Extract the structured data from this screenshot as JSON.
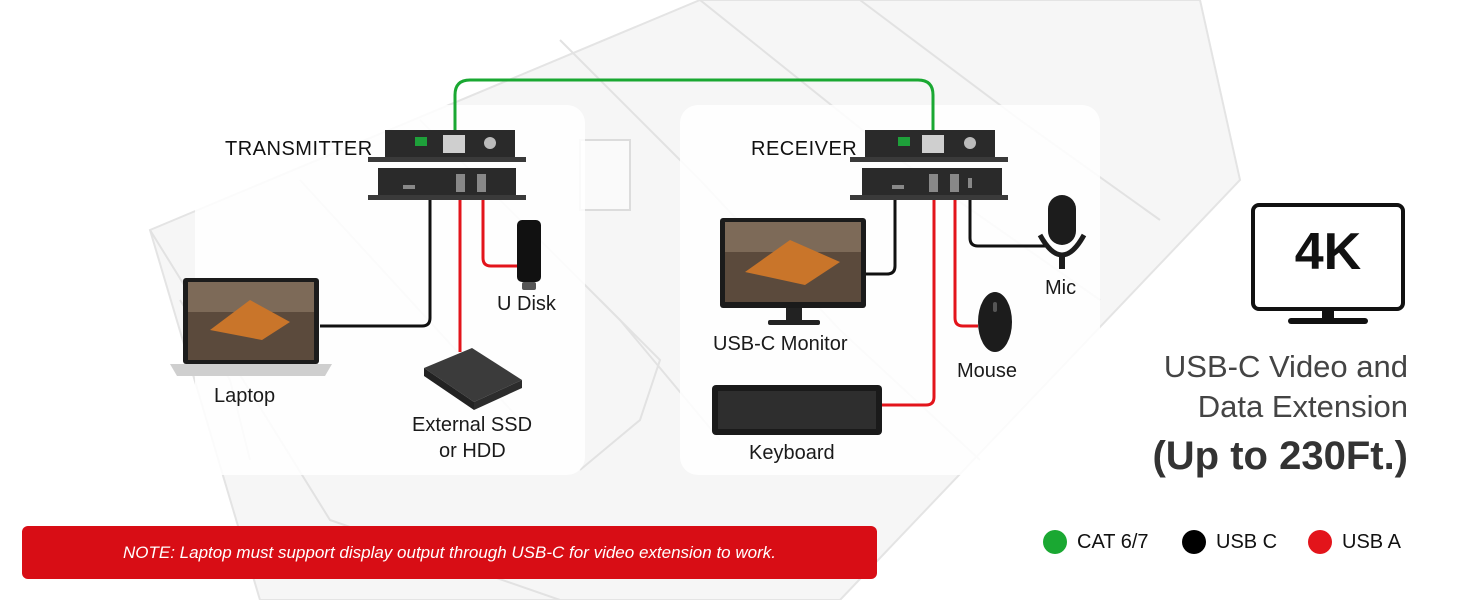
{
  "devices": {
    "transmitter": "TRANSMITTER",
    "receiver": "RECEIVER"
  },
  "labels": {
    "laptop": "Laptop",
    "udisk": "U Disk",
    "ssd_line1": "External SSD",
    "ssd_line2": "or HDD",
    "monitor": "USB-C Monitor",
    "keyboard": "Keyboard",
    "mouse": "Mouse",
    "mic": "Mic"
  },
  "headline": {
    "badge": "4K",
    "line1": "USB-C Video and",
    "line2": "Data Extension",
    "line3": "(Up to 230Ft.)"
  },
  "legend": [
    {
      "label": "CAT 6/7",
      "color": "#1aa832"
    },
    {
      "label": "USB C",
      "color": "#000000"
    },
    {
      "label": "USB A",
      "color": "#e3141b"
    }
  ],
  "note": "NOTE: Laptop must support display output through USB-C for video extension to work.",
  "colors": {
    "cat": "#1aa832",
    "usbc": "#111111",
    "usba": "#e3141b",
    "note_bg": "#d80d15"
  }
}
